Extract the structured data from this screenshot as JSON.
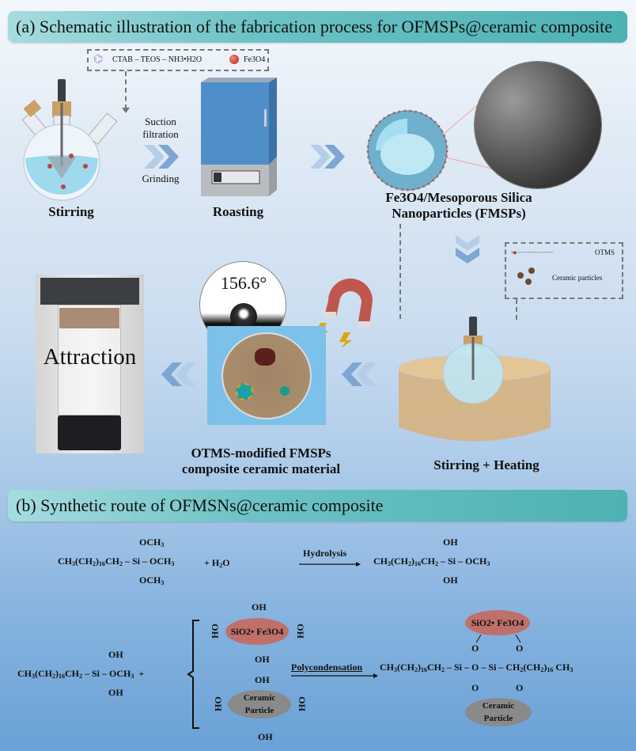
{
  "panel_a": {
    "title": "(a) Schematic illustration of the fabrication process for OFMSPs@ceramic composite",
    "reagent_box": {
      "reagents": "CTAB – TEOS – NH3•H2O",
      "particle_label": "Fe3O4"
    },
    "steps": {
      "stirring": "Stirring",
      "suction": "Suction filtration",
      "grinding": "Grinding",
      "roasting": "Roasting",
      "fmsp_line1": "Fe3O4/Mesoporous Silica",
      "fmsp_line2": "Nanoparticles (FMSPs)",
      "otms_label": "OTMS",
      "ceramic_particles_label": "Ceramic particles",
      "stirring_heating": "Stirring + Heating",
      "product_line1": "OTMS-modified FMSPs",
      "product_line2": "composite ceramic material",
      "contact_angle": "156.6°",
      "attraction": "Attraction"
    },
    "colors": {
      "banner_start": "#a6dcdf",
      "banner_end": "#4eb1b4",
      "chevron": "#7fa6d3",
      "fe3o4_ellipse": "#c0706a",
      "ceramic_ellipse": "#8a8a8a"
    }
  },
  "panel_b": {
    "title": "(b) Synthetic route of OFMSNs@ceramic composite",
    "reaction1": {
      "reactant_chain": "CH3(CH2)16CH2",
      "si": "Si",
      "och3": "OCH3",
      "plus": "+",
      "water": "H2O",
      "arrow_label": "Hydrolysis",
      "product_oh": "OH"
    },
    "reaction2": {
      "arrow_label": "Polycondensation",
      "oxide_label": "SiO2• Fe3O4",
      "ceramic_line1": "Ceramic",
      "ceramic_line2": "Particle",
      "oh": "OH",
      "o": "O",
      "chain_right": "CH2(CH2)16 CH3"
    }
  }
}
